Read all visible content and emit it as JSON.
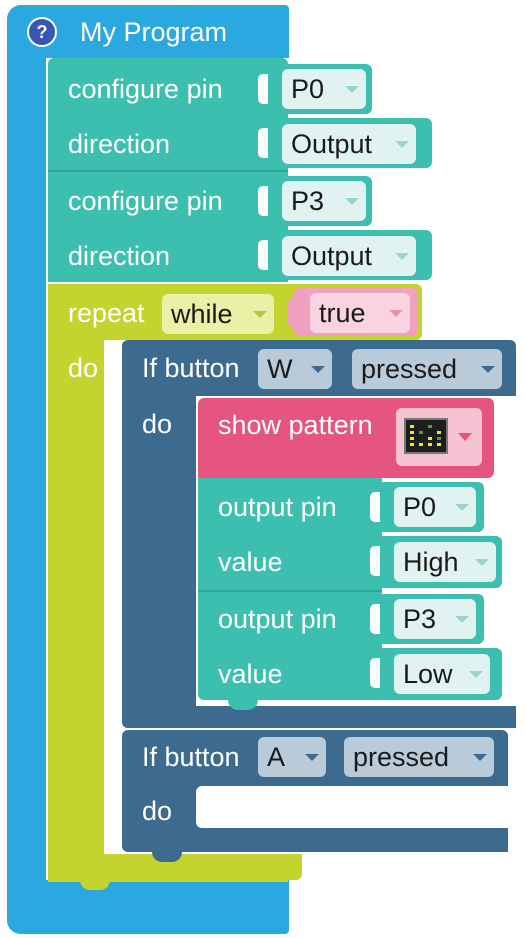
{
  "program": {
    "title": "My Program",
    "help_glyph": "?",
    "help_icon": "question-mark-icon"
  },
  "configure_blocks": [
    {
      "configure_label": "configure pin",
      "pin": "P0",
      "direction_label": "direction",
      "direction": "Output"
    },
    {
      "configure_label": "configure pin",
      "pin": "P3",
      "direction_label": "direction",
      "direction": "Output"
    }
  ],
  "repeat_block": {
    "repeat_label": "repeat",
    "mode": "while",
    "condition": "true",
    "do_label": "do"
  },
  "if_blocks": [
    {
      "prefix": "If button",
      "button": "W",
      "event": "pressed",
      "do_label": "do"
    },
    {
      "prefix": "If button",
      "button": "A",
      "event": "pressed",
      "do_label": "do"
    }
  ],
  "show_pattern": {
    "label": "show pattern",
    "icon": "led-matrix-pattern-icon"
  },
  "output_blocks": [
    {
      "label": "output pin",
      "pin": "P0",
      "value_label": "value",
      "value": "High"
    },
    {
      "label": "output pin",
      "pin": "P3",
      "value_label": "value",
      "value": "Low"
    }
  ],
  "colors": {
    "program": "#2aa8df",
    "configure": "#3cbfae",
    "repeat": "#c4d42f",
    "condition": "#f0a1c1",
    "if_block": "#3d6b8f",
    "show_pattern": "#e5557f",
    "output": "#3cbfae"
  }
}
